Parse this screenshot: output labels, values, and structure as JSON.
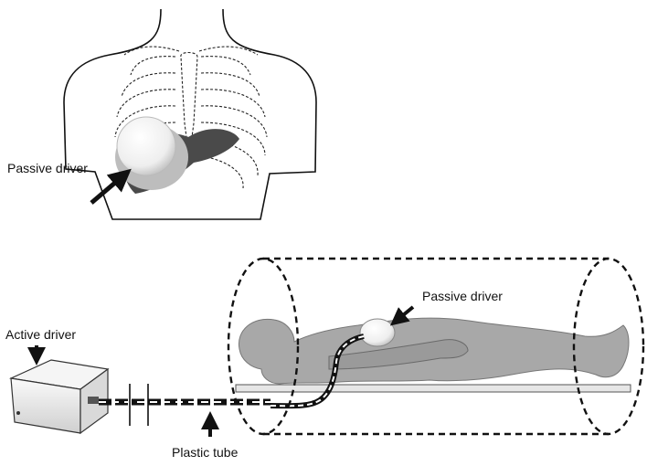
{
  "labels": {
    "passive_driver_chest": "Passive driver",
    "passive_driver_body": "Passive driver",
    "active_driver": "Active driver",
    "plastic_tube": "Plastic tube"
  },
  "colors": {
    "stroke": "#111111",
    "body_fill": "#a8a8a8",
    "liver_fill": "#4a4a4a",
    "driver_fill": "#f4f4f4",
    "table_fill": "#e6e6e6"
  }
}
